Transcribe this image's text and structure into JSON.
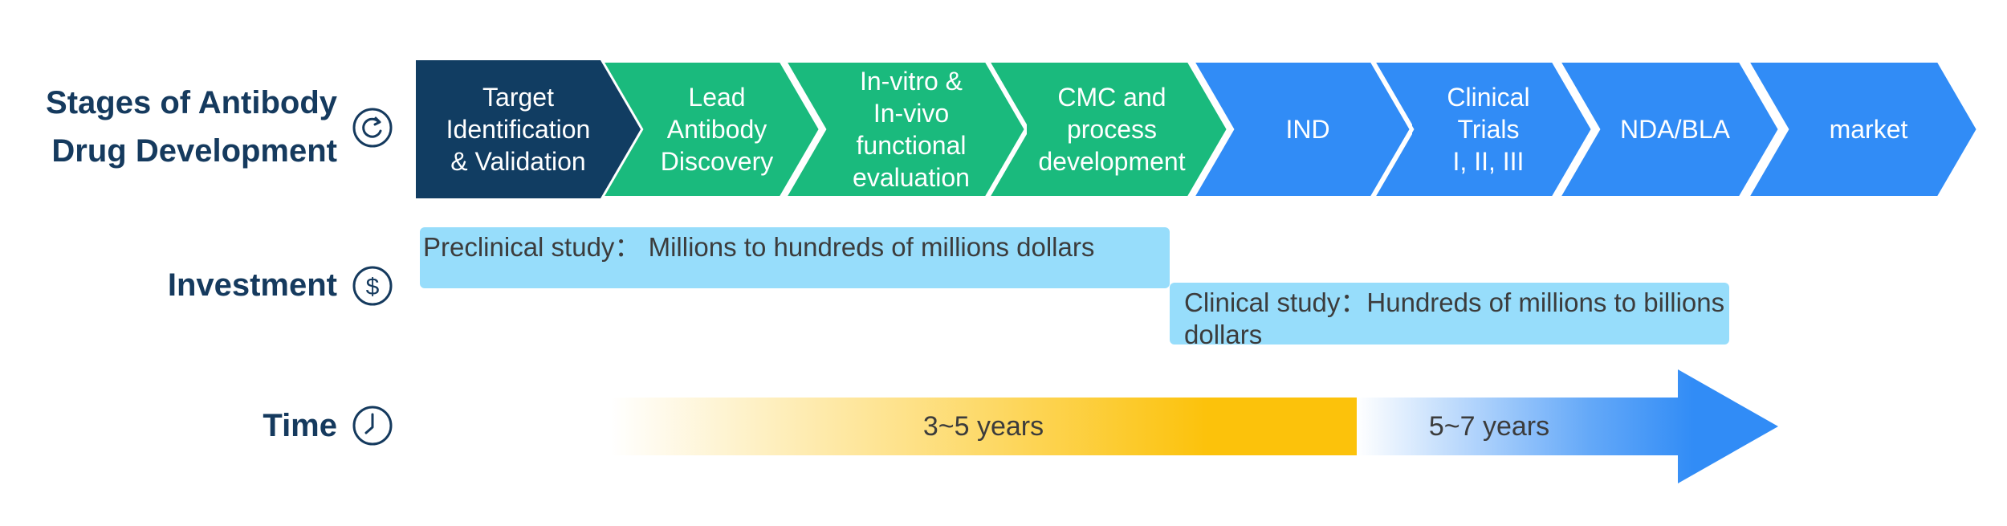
{
  "labels": {
    "stages": "Stages of Antibody\nDrug Development",
    "investment": "Investment",
    "time": "Time"
  },
  "icons": {
    "stages": "refresh-icon",
    "investment": "dollar-icon",
    "time": "clock-icon"
  },
  "stages": [
    {
      "label": "Target\nIdentification\n& Validation",
      "color": "#113d62"
    },
    {
      "label": "Lead\nAntibody\nDiscovery",
      "color": "#1aba7d"
    },
    {
      "label": "In-vitro &\nIn-vivo\nfunctional\nevaluation",
      "color": "#1aba7d"
    },
    {
      "label": "CMC and\nprocess\ndevelopment",
      "color": "#1aba7d"
    },
    {
      "label": "IND",
      "color": "#318cf6"
    },
    {
      "label": "Clinical\nTrials\nI, II, III",
      "color": "#318cf6"
    },
    {
      "label": "NDA/BLA",
      "color": "#318cf6"
    },
    {
      "label": "market",
      "color": "#318cf6"
    }
  ],
  "investment": {
    "preclinical": "Preclinical study： Millions to hundreds of millions dollars",
    "clinical": "Clinical study：Hundreds of millions to billions dollars"
  },
  "time": {
    "preclinical": "3~5 years",
    "clinical": "5~7 years"
  },
  "colors": {
    "label_text": "#153a5e",
    "investment_box": "#97ddfb",
    "time_yellow": "#fcc20b",
    "time_blue": "#318cf6"
  }
}
